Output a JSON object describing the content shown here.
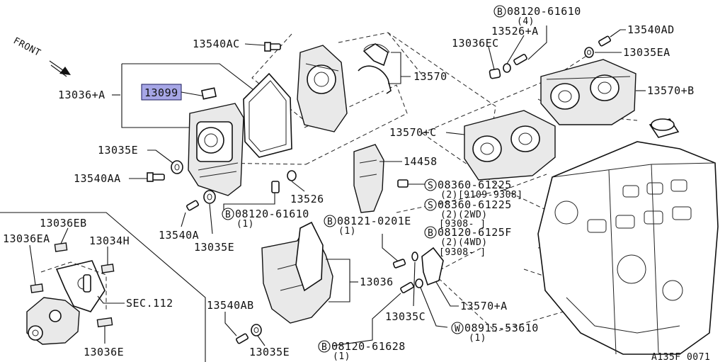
{
  "diagram_id": "A135F 0071",
  "front_label": "FRONT",
  "highlight_color": "#a6a6e6",
  "labels": {
    "p13540AD": "13540AD",
    "p13035EA_top": "13035EA",
    "p13570B": "13570+B",
    "p08120_61610_top": "08120-61610",
    "p08120_61610_top_qty": "(4)",
    "p13526A": "13526+A",
    "p13036EC": "13036EC",
    "p13540AC": "13540AC",
    "p13570": "13570",
    "p13036A": "13036+A",
    "p13099": "13099",
    "p13570C": "13570+C",
    "p14458": "14458",
    "p13035E_a": "13035E",
    "p13540AA": "13540AA",
    "p08360_61225_a": "08360-61225",
    "p08360_61225_a_note": "(2)[9109-9308]",
    "p08360_61225_b": "08360-61225",
    "p08360_61225_b_note": "(2)(2WD)",
    "p08360_61225_b_range": "[9308-      ]",
    "p13526": "13526",
    "p08120_61610_mid": "08120-61610",
    "p08120_61610_mid_qty": "(1)",
    "p08121_0201E": "08121-0201E",
    "p08121_0201E_qty": "(1)",
    "p08120_6125F": "08120-6125F",
    "p08120_6125F_note": "(2)(4WD)",
    "p08120_6125F_range": "[9308-      ]",
    "p13540A": "13540A",
    "p13035E_b": "13035E",
    "p13036EB": "13036EB",
    "p13036EA": "13036EA",
    "p13034H": "13034H",
    "sec112": "SEC.112",
    "p13036E": "13036E",
    "p13036": "13036",
    "p13540AB": "13540AB",
    "p13035E_c": "13035E",
    "p08120_61628": "08120-61628",
    "p08120_61628_qty": "(1)",
    "p13035C": "13035C",
    "p08915_53610": "08915-53610",
    "p08915_53610_qty": "(1)",
    "p13570A": "13570+A"
  },
  "prefix_markers": {
    "bolt": "B",
    "screw": "S",
    "washer": "W"
  }
}
